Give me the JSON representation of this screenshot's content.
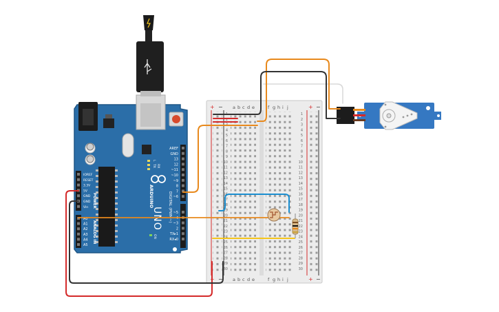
{
  "arduino": {
    "brand": "ARDUINO",
    "model": "UNO",
    "digital_label": "DIGITAL (PWM~)",
    "power_label": "POWER",
    "analog_label": "ANALOG IN",
    "reset_button": "RESET",
    "led_pin_label": "L",
    "tx_label": "TX",
    "rx_label": "RX",
    "on_label": "ON",
    "digital_pins": [
      "AREF",
      "GND",
      "13",
      "12",
      "~11",
      "~10",
      "~9",
      "8",
      "7",
      "~6",
      "~5",
      "4",
      "~3",
      "2",
      "TX▸1",
      "RX◂0"
    ],
    "power_pins": [
      "IOREF",
      "RESET",
      "3.3V",
      "5V",
      "GND",
      "GND",
      "Vin"
    ],
    "analog_pins": [
      "A0",
      "A1",
      "A2",
      "A3",
      "A4",
      "A5"
    ]
  },
  "breadboard": {
    "columns_left": [
      "a",
      "b",
      "c",
      "d",
      "e"
    ],
    "columns_right": [
      "f",
      "g",
      "h",
      "i",
      "j"
    ],
    "rows": [
      "1",
      "2",
      "3",
      "4",
      "5",
      "6",
      "7",
      "8",
      "9",
      "10",
      "11",
      "12",
      "13",
      "14",
      "15",
      "16",
      "17",
      "18",
      "19",
      "20",
      "21",
      "22",
      "23",
      "24",
      "25",
      "26",
      "27",
      "28",
      "29",
      "30"
    ],
    "rail_plus": "+",
    "rail_minus": "−"
  },
  "colors": {
    "board": "#2b6ea8",
    "board_dark": "#1f5686",
    "wire_orange": "#e8891c",
    "wire_black": "#333333",
    "wire_red": "#d42a2a",
    "wire_blue": "#1a8ed0",
    "wire_yellow": "#f5c518",
    "servo": "#3578c2",
    "breadboard": "#ececec"
  },
  "components": {
    "usb": "usb-cable",
    "servo": "micro-servo",
    "photoresistor": "photoresistor",
    "resistor": "resistor"
  }
}
